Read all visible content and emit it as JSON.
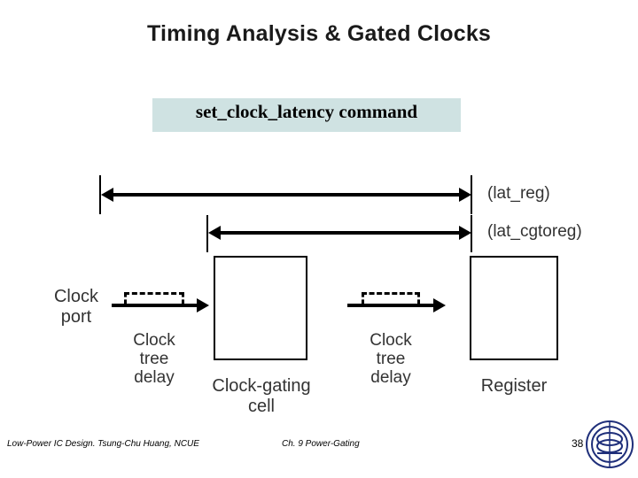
{
  "slide": {
    "title": "Timing Analysis & Gated Clocks",
    "banner": {
      "text": "set_clock_latency command",
      "bg_color": "#cfe2e2"
    },
    "diagram": {
      "labels": {
        "lat_reg": "(lat_reg)",
        "lat_cgtoreg": "(lat_cgtoreg)",
        "clock_port": "Clock\nport",
        "clock_tree_delay_left": "Clock\ntree\ndelay",
        "clock_tree_delay_right": "Clock\ntree\ndelay",
        "clock_gating_cell": "Clock-gating\ncell",
        "register": "Register"
      },
      "clock_port_line1": "Clock",
      "clock_port_line2": "port",
      "ctd_line1": "Clock",
      "ctd_line2": "tree",
      "ctd_line3": "delay",
      "cg_line1": "Clock-gating",
      "cg_line2": "cell",
      "register_label": "Register",
      "stroke_color": "#000000"
    }
  },
  "footer": {
    "left": "Low-Power IC Design. Tsung-Chu Huang, NCUE",
    "center": "Ch. 9 Power-Gating",
    "page": "38"
  }
}
